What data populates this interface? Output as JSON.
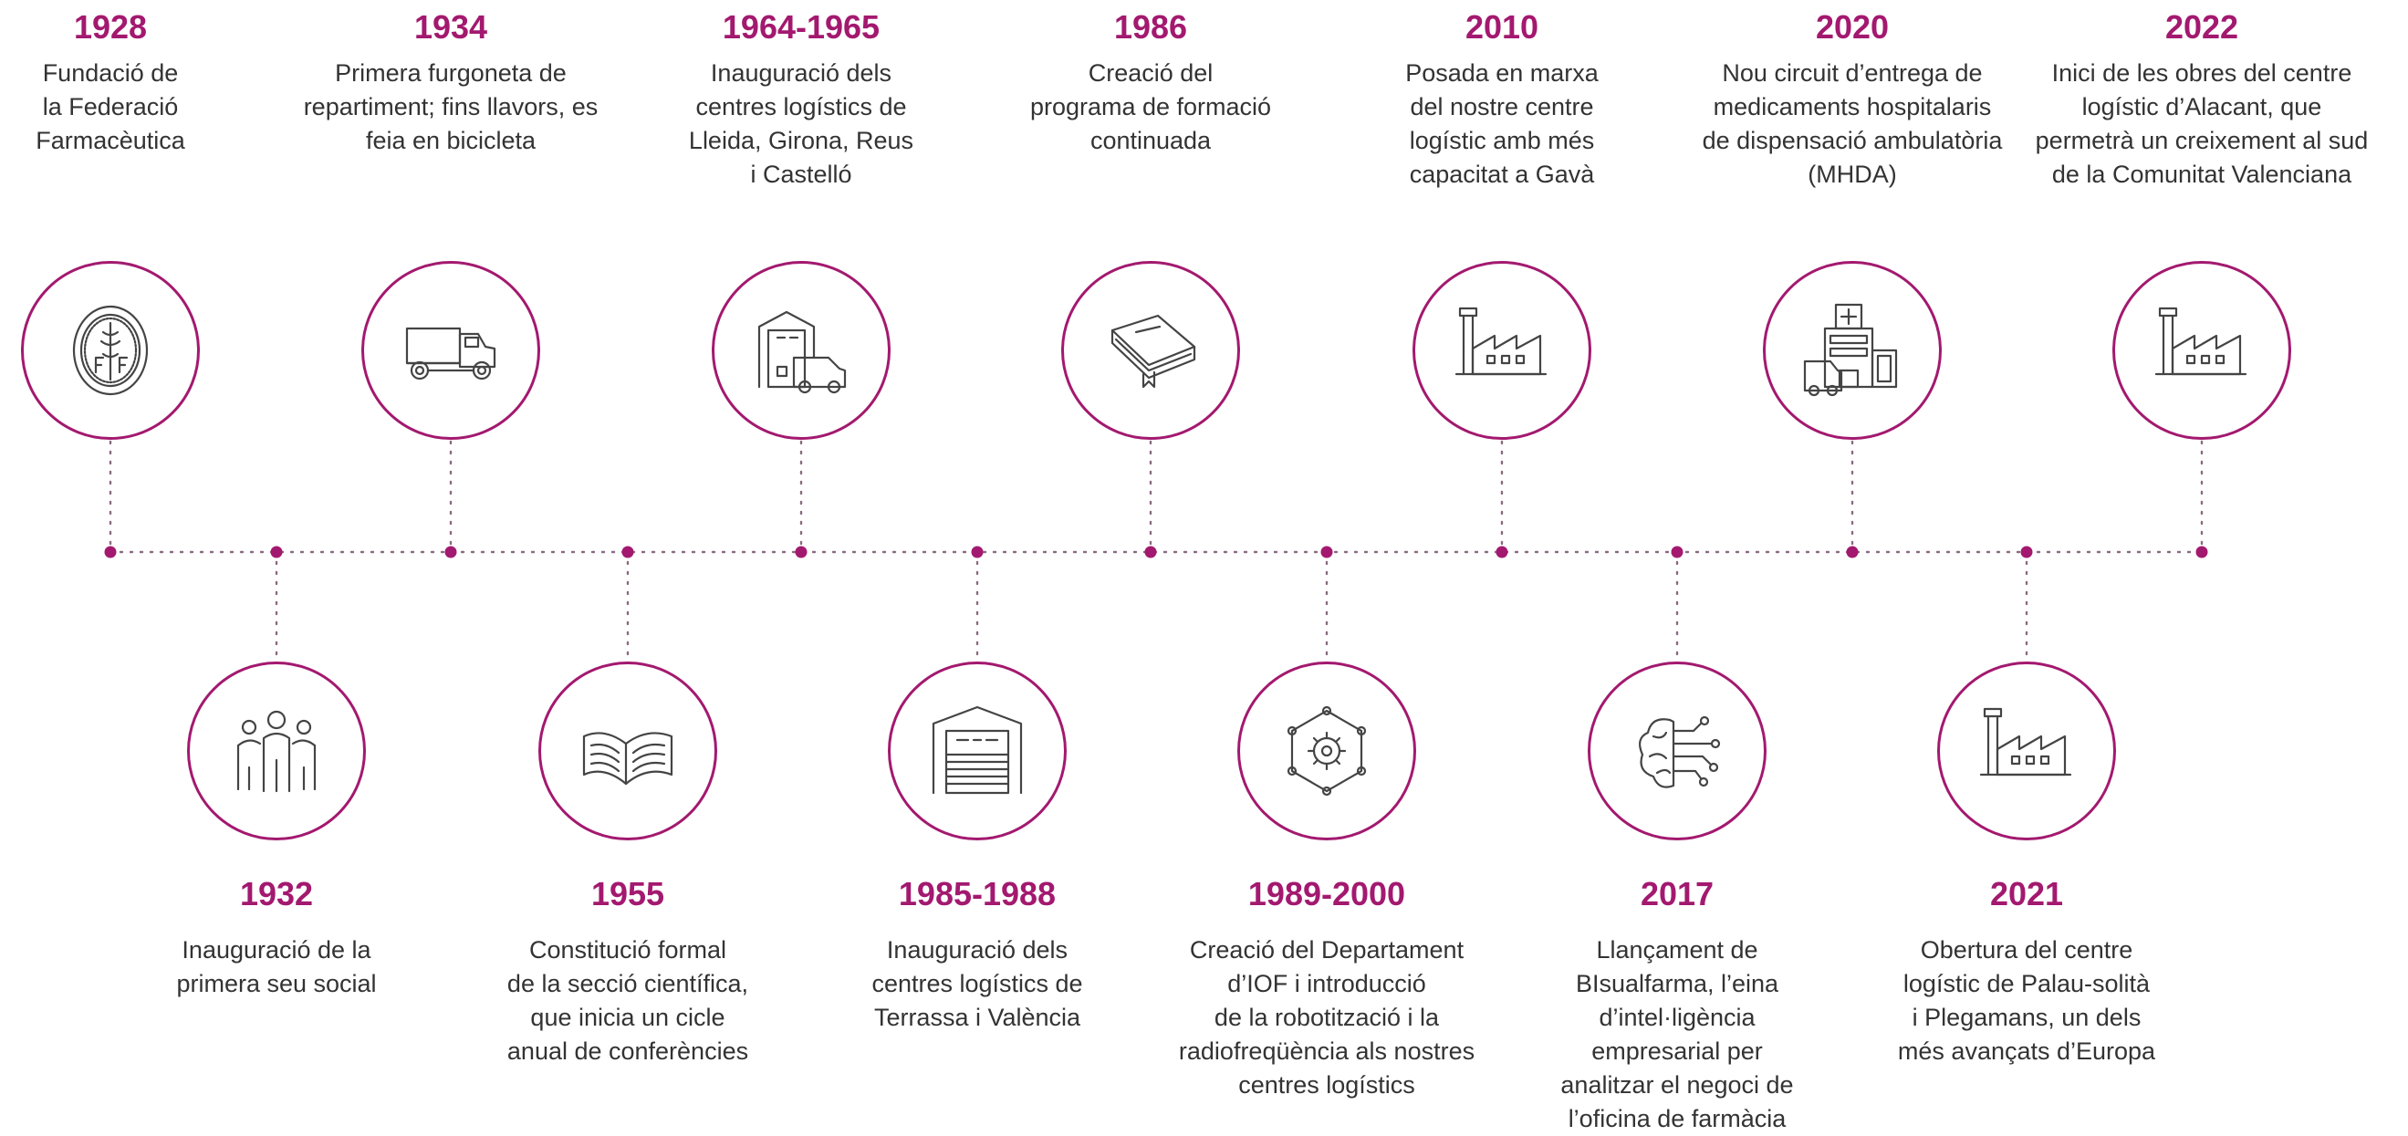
{
  "accent_color": "#a3196f",
  "text_color": "#333333",
  "events_top": [
    {
      "year": "1928",
      "text": "Fundació de\nla Federació\nFarmacèutica",
      "icon": "seal-icon"
    },
    {
      "year": "1934",
      "text": "Primera furgoneta de\nrepartiment; fins llavors, es\nfeia en bicicleta",
      "icon": "delivery-truck-icon"
    },
    {
      "year": "1964-1965",
      "text": "Inauguració dels\ncentres logístics de\nLleida, Girona, Reus\ni Castelló",
      "icon": "warehouse-van-icon"
    },
    {
      "year": "1986",
      "text": "Creació del\nprograma de formació\ncontinuada",
      "icon": "book-icon"
    },
    {
      "year": "2010",
      "text": "Posada en marxa\ndel nostre centre\nlogístic amb més\ncapacitat a Gavà",
      "icon": "factory-icon"
    },
    {
      "year": "2020",
      "text": "Nou circuit d’entrega de\nmedicaments hospitalaris\nde dispensació ambulatòria\n(MHDA)",
      "icon": "hospital-ambulance-icon"
    },
    {
      "year": "2022",
      "text": "Inici de les obres del centre\nlogístic d’Alacant, que\npermetrà un creixement al sud\nde la Comunitat Valenciana",
      "icon": "factory-icon"
    }
  ],
  "events_bottom": [
    {
      "year": "1932",
      "text": "Inauguració de la\nprimera seu social",
      "icon": "people-group-icon"
    },
    {
      "year": "1955",
      "text": "Constitució formal\nde la secció científica,\nque inicia un cicle\nanual de conferències",
      "icon": "open-book-icon"
    },
    {
      "year": "1985-1988",
      "text": "Inauguració dels\ncentres logístics de\nTerrassa i València",
      "icon": "warehouse-door-icon"
    },
    {
      "year": "1989-2000",
      "text": "Creació del Departament\nd’IOF i introducció\nde la robotització i la\nradiofreqüència als nostres\ncentres logístics",
      "icon": "gear-network-icon"
    },
    {
      "year": "2017",
      "text": "Llançament de\nBIsualfarma, l’eina\nd’intel·ligència\nempresarial per\nanalitzar el negoci de\nl’oficina de farmàcia",
      "icon": "brain-circuit-icon"
    },
    {
      "year": "2021",
      "text": "Obertura del centre\nlogístic de Palau-solità\ni Plegamans, un dels\nmés avançats d’Europa",
      "icon": "factory-icon"
    }
  ]
}
